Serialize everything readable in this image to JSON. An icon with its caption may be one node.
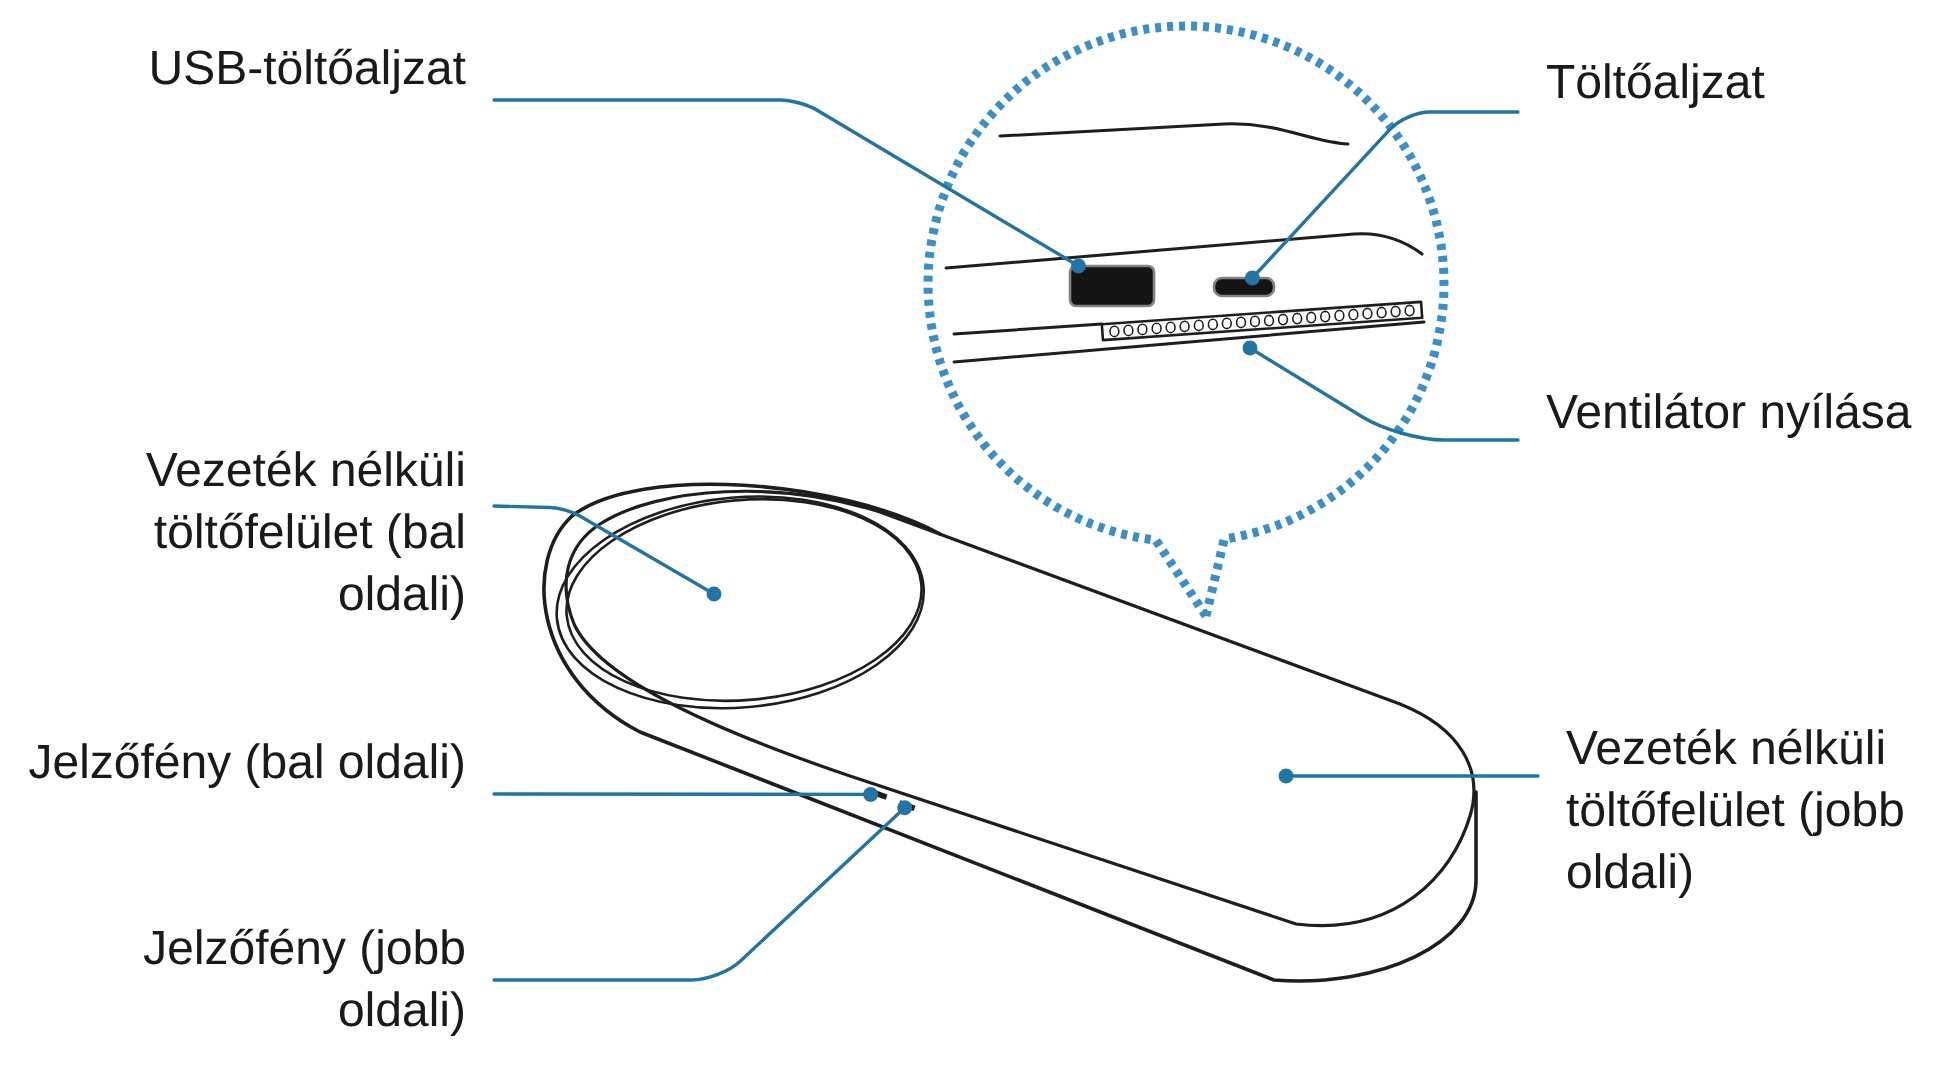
{
  "diagram": {
    "nodes": [
      {
        "text": [
          "USB-töltőaljzat"
        ]
      },
      {
        "text": [
          "Töltőaljzat"
        ]
      },
      {
        "text": [
          "Ventilátor nyílása"
        ]
      },
      {
        "text": [
          "Vezeték nélküli töltőfelület (bal oldali)"
        ]
      },
      {
        "text": [
          "Vezeték nélküli töltőfelület (jobb oldali)"
        ]
      },
      {
        "text": [
          "Jelzőfény (bal oldali)"
        ]
      },
      {
        "text": [
          "Jelzőfény (jobb oldali)"
        ]
      },
      {
        "text": [],
        "shape": "box"
      },
      {
        "text": [],
        "shape": "box"
      },
      {
        "text": [],
        "shape": "bar"
      },
      {
        "text": [],
        "shape": "ellipse"
      },
      {
        "text": [],
        "shape": "bar"
      },
      {
        "text": [],
        "shape": "bar"
      }
    ],
    "edges": [
      {
        "from": 0,
        "to": 7,
        "arrow": "other"
      },
      {
        "from": 1,
        "to": 8,
        "arrow": "other"
      },
      {
        "from": 2,
        "to": 9,
        "arrow": "other"
      },
      {
        "from": 3,
        "to": 10,
        "arrow": "other"
      },
      {
        "from": 4,
        "to": null,
        "arrow": "other"
      },
      {
        "from": 5,
        "to": 11,
        "arrow": "other"
      },
      {
        "from": 6,
        "to": 12,
        "arrow": "other"
      }
    ]
  }
}
